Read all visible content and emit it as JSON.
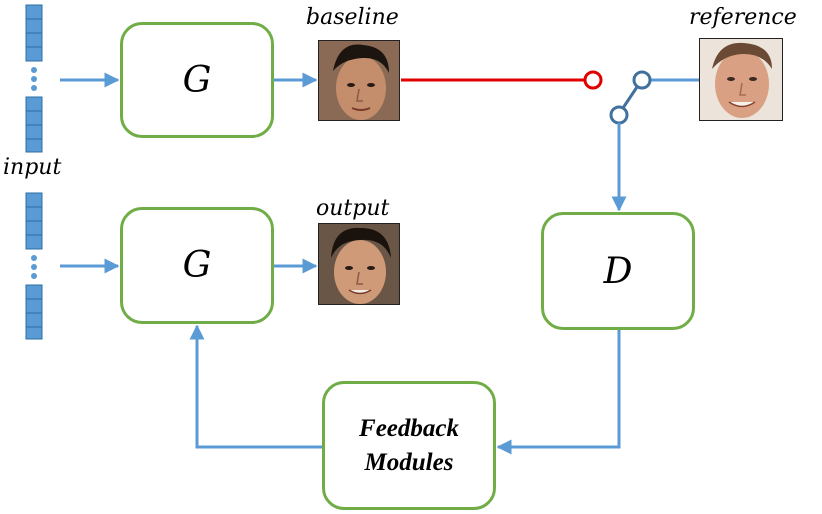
{
  "labels": {
    "baseline": "baseline",
    "reference": "reference",
    "input": "input",
    "output": "output"
  },
  "boxes": {
    "generator_top": "G",
    "generator_bottom": "G",
    "discriminator": "D",
    "feedback_line1": "Feedback",
    "feedback_line2": "Modules"
  },
  "colors": {
    "box_border": "#70ad47",
    "arrow": "#5b9bd5",
    "vector": "#5b9bd5",
    "vector_border": "#2e6ca4",
    "red_line": "#e00000",
    "switch_node": "#41719c"
  },
  "icons": [
    "face-photo",
    "vector-stack",
    "switch"
  ]
}
